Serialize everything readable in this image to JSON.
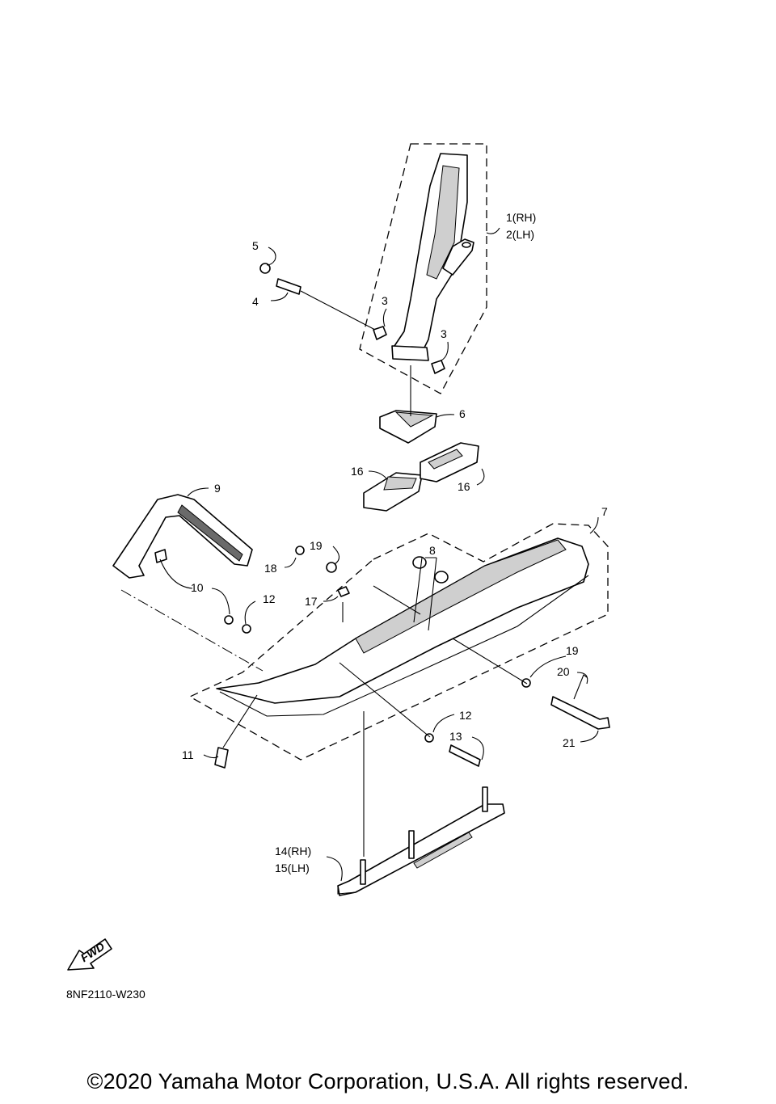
{
  "callouts": {
    "c1": "1(RH)",
    "c2": "2(LH)",
    "c3a": "3",
    "c3b": "3",
    "c4": "4",
    "c5": "5",
    "c6": "6",
    "c7": "7",
    "c8": "8",
    "c9": "9",
    "c10": "10",
    "c11": "11",
    "c12a": "12",
    "c12b": "12",
    "c13": "13",
    "c14": "14(RH)",
    "c15": "15(LH)",
    "c16a": "16",
    "c16b": "16",
    "c17": "17",
    "c18": "18",
    "c19a": "19",
    "c19b": "19",
    "c20": "20",
    "c21": "21"
  },
  "fwd_label": "FWD",
  "diagram_code": "8NF2110-W230",
  "copyright": "©2020 Yamaha Motor Corporation, U.S.A. All rights reserved."
}
